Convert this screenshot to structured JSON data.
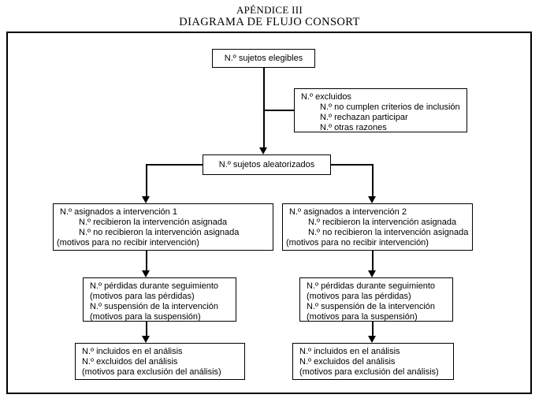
{
  "page": {
    "title_line1": "APÉNDICE III",
    "title_line2": "DIAGRAMA DE FLUJO CONSORT"
  },
  "diagram": {
    "eligible": {
      "lines": [
        "N.º sujetos elegibles"
      ]
    },
    "excluded": {
      "lines": [
        "N.º excluidos",
        "N.º no cumplen criterios de inclusión",
        "N.º rechazan participar",
        "N.º otras razones"
      ]
    },
    "randomized": {
      "lines": [
        "N.º sujetos aleatorizados"
      ]
    },
    "intervention1": {
      "lines": [
        "N.º asignados a intervención 1",
        "N.º recibieron la intervención asignada",
        "N.º no recibieron la intervención asignada",
        "(motivos para no recibir intervención)"
      ]
    },
    "intervention2": {
      "lines": [
        "N.º asignados a intervención 2",
        "N.º recibieron la intervención asignada",
        "N.º no recibieron la intervención asignada",
        "(motivos para no recibir intervención)"
      ]
    },
    "followup1": {
      "lines": [
        "N.º pérdidas durante seguimiento",
        "(motivos para las pérdidas)",
        "N.º suspensión de la intervención",
        "(motivos para la suspensión)"
      ]
    },
    "followup2": {
      "lines": [
        "N.º pérdidas durante seguimiento",
        "(motivos para las pérdidas)",
        "N.º suspensión de la intervención",
        "(motivos para la suspensión)"
      ]
    },
    "analysis1": {
      "lines": [
        "N.º incluidos en el análisis",
        "N.º excluidos del análisis",
        "(motivos para exclusión del análisis)"
      ]
    },
    "analysis2": {
      "lines": [
        "N.º incluidos en el análisis",
        "N.º excluidos del análisis",
        "(motivos para exclusión del análisis)"
      ]
    }
  },
  "colors": {
    "line": "#000000",
    "background": "#ffffff",
    "text": "#000000"
  }
}
